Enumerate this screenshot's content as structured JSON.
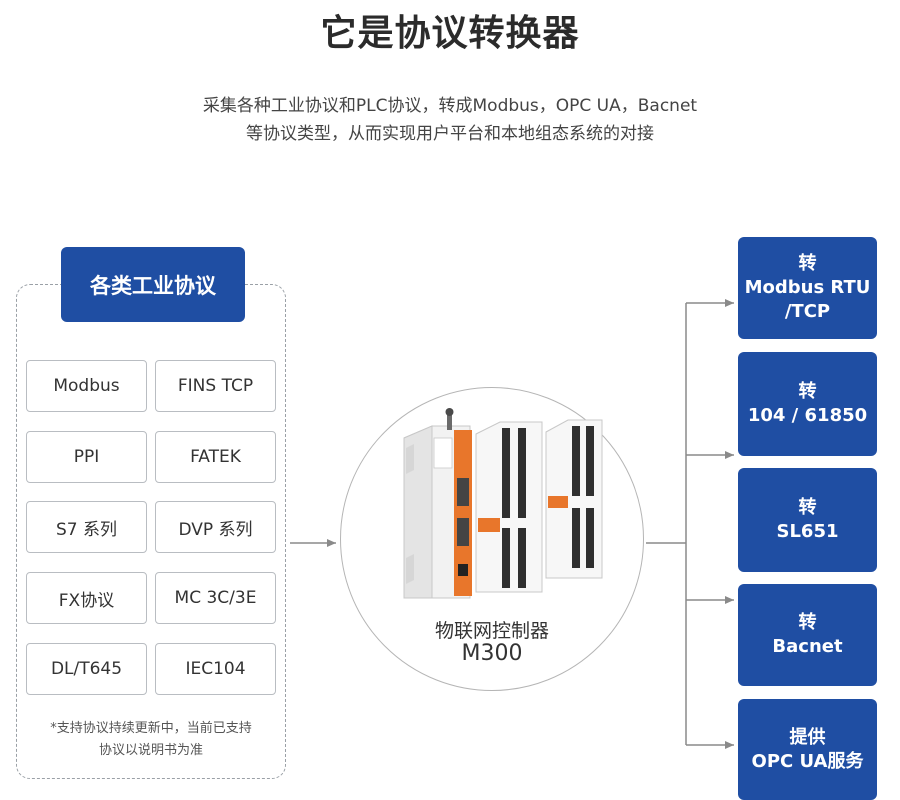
{
  "title": "它是协议转换器",
  "subtitle": {
    "line1": "采集各种工业协议和PLC协议，转成Modbus，OPC UA，Bacnet",
    "line2": "等协议类型，从而实现用户平台和本地组态系统的对接"
  },
  "input_group": {
    "header": "各类工业协议",
    "protocols": [
      "Modbus",
      "FINS TCP",
      "PPI",
      "FATEK",
      "S7 系列",
      "DVP 系列",
      "FX协议",
      "MC 3C/3E",
      "DL/T645",
      "IEC104"
    ],
    "note_line1": "*支持协议持续更新中，当前已支持",
    "note_line2": "协议以说明书为准"
  },
  "device": {
    "name": "物联网控制器",
    "model": "M300"
  },
  "outputs": [
    {
      "line1": "转",
      "line2": "Modbus RTU",
      "line3": "/TCP"
    },
    {
      "line1": "转",
      "line2": "104 / 61850",
      "line3": ""
    },
    {
      "line1": "转",
      "line2": "SL651",
      "line3": ""
    },
    {
      "line1": "转",
      "line2": "Bacnet",
      "line3": ""
    },
    {
      "line1": "提供",
      "line2": "OPC UA服务",
      "line3": ""
    }
  ],
  "colors": {
    "brand_blue": "#1f4ea3",
    "device_orange": "#e8762b",
    "connector_gray": "#8a8a8a"
  }
}
